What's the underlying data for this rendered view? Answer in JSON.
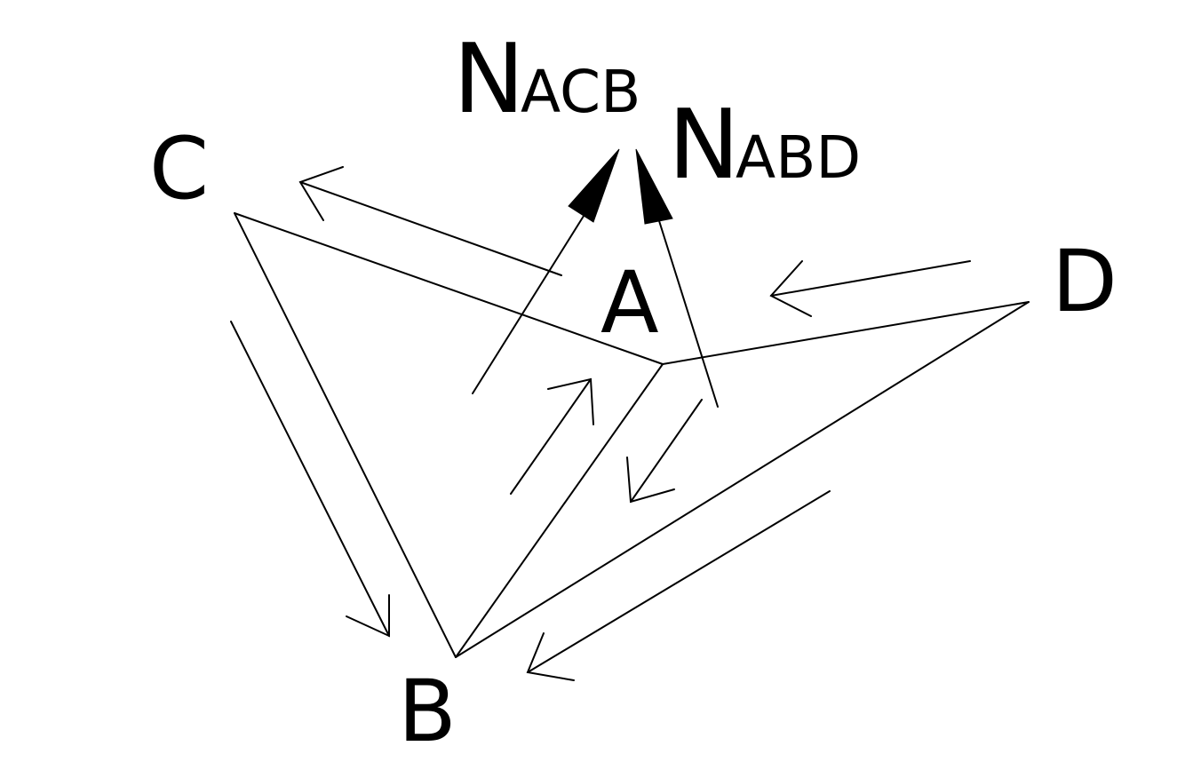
{
  "vertices": {
    "A": "A",
    "B": "B",
    "C": "C",
    "D": "D"
  },
  "normals": {
    "acb": {
      "main": "N",
      "sub": "ACB"
    },
    "abd": {
      "main": "N",
      "sub": "ABD"
    }
  },
  "colors": {
    "stroke": "#000000",
    "background": "#ffffff"
  }
}
